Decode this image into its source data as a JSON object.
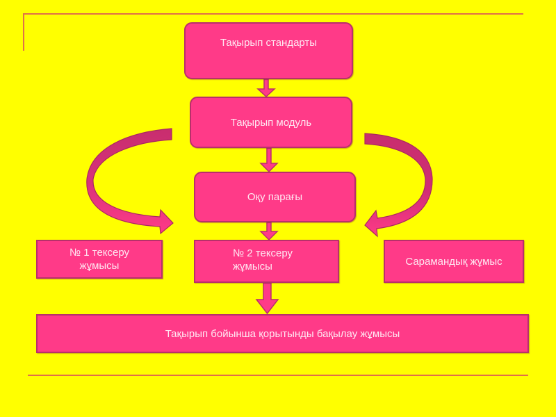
{
  "diagram": {
    "colors": {
      "background": "#FFFF00",
      "box_fill": "#FF3A88",
      "box_border": "#B8306A",
      "box_text": "#FFE8F2",
      "arrow_fill": "#FF3A88",
      "curve_dark": "#D02E74",
      "decor_line": "#E0704A"
    },
    "nodes": {
      "standard": {
        "label": "Тақырып стандарты"
      },
      "module": {
        "label": "Тақырып модуль"
      },
      "reading": {
        "label": "Оқу парағы"
      },
      "check1": {
        "line1": "№ 1 тексеру",
        "line2": "жұмысы"
      },
      "check2": {
        "line1": "№ 2 тексеру",
        "line2": "жұмысы"
      },
      "practical": {
        "label": "Сарамандық жұмыс"
      },
      "final": {
        "label": "Тақырып бойынша қорытынды бақылау жұмысы"
      }
    },
    "edges": [
      {
        "from": "standard",
        "to": "module"
      },
      {
        "from": "module",
        "to": "reading"
      },
      {
        "from": "reading",
        "to": "check2"
      },
      {
        "from": "check2",
        "to": "final"
      },
      {
        "from": "module",
        "to": "check1",
        "style": "curved-left"
      },
      {
        "from": "module",
        "to": "practical",
        "style": "curved-right"
      }
    ]
  }
}
